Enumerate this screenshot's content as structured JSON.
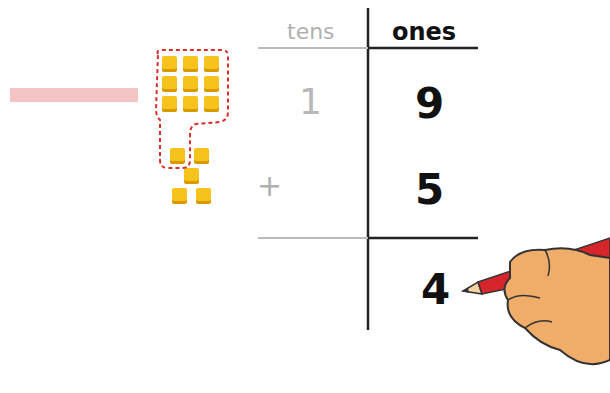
{
  "diagram": {
    "labels": [
      "tens",
      "ones",
      "1",
      "9",
      "+",
      "5",
      "4"
    ]
  }
}
